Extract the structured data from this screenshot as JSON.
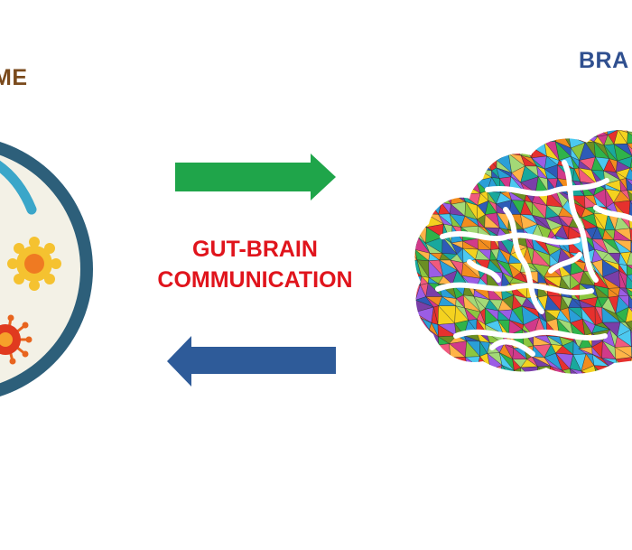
{
  "left_label": {
    "text": "ME",
    "color": "#7a4a1c"
  },
  "right_label": {
    "text": "BRA",
    "color": "#2f4f8f"
  },
  "center_label": {
    "line1": "GUT-BRAIN",
    "line2": "COMMUNICATION",
    "color": "#e0141c"
  },
  "arrows": {
    "to_brain_color": "#1fa54a",
    "to_gut_color": "#2e5b99"
  },
  "icons": {
    "gut": "petri-dish-microbiome-icon",
    "brain": "polygon-brain-icon"
  }
}
